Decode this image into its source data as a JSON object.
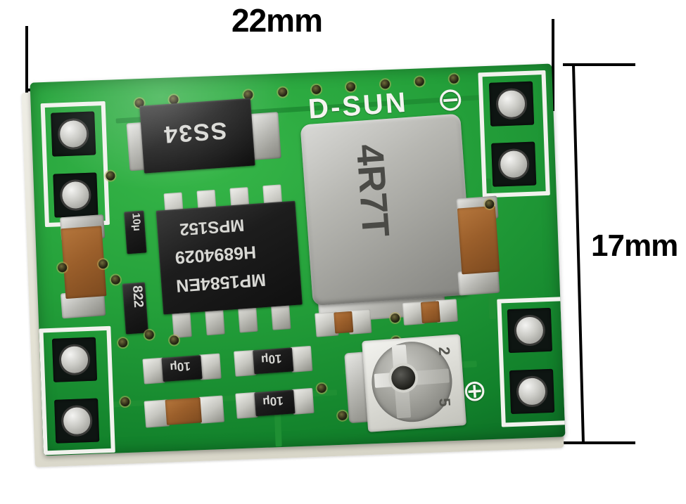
{
  "image": {
    "subject": "MP1584EN DC-DC step-down buck converter module",
    "brand_silkscreen": "D-SUN"
  },
  "dimensions": {
    "width_label": "22mm",
    "height_label": "17mm"
  },
  "board": {
    "silkscreen": {
      "brand": "D-SUN",
      "minus_symbol": "⊖",
      "plus_symbol": "⊕"
    },
    "components": [
      {
        "ref": "diode",
        "marking": "SS34",
        "type": "schottky-diode"
      },
      {
        "ref": "ic",
        "marking": "MP1584EN",
        "line2": "H6894029",
        "line3": "MPS152",
        "type": "buck-regulator-ic"
      },
      {
        "ref": "inductor",
        "marking": "4R7T",
        "type": "shielded-power-inductor"
      },
      {
        "ref": "resistor-1",
        "marking": "822",
        "type": "smd-resistor"
      },
      {
        "ref": "resistor-2",
        "marking": "10μ",
        "type": "smd-resistor"
      },
      {
        "ref": "resistor-3",
        "marking": "10μ",
        "type": "smd-resistor"
      },
      {
        "ref": "resistor-4",
        "marking": "10μ",
        "type": "smd-resistor"
      },
      {
        "ref": "resistor-5",
        "marking": "10μ",
        "type": "smd-resistor"
      },
      {
        "ref": "trimpot",
        "marking_a": "2",
        "marking_b": "5",
        "type": "multiturn-trimmer-potentiometer"
      }
    ]
  },
  "colors": {
    "pcb_green": "#1ea039",
    "silkscreen_white": "#f2f2ee",
    "solder_silver": "#c8c8c2",
    "capacitor_brown": "#9b5f2b",
    "background": "#ffffff",
    "annotation_black": "#000000"
  }
}
